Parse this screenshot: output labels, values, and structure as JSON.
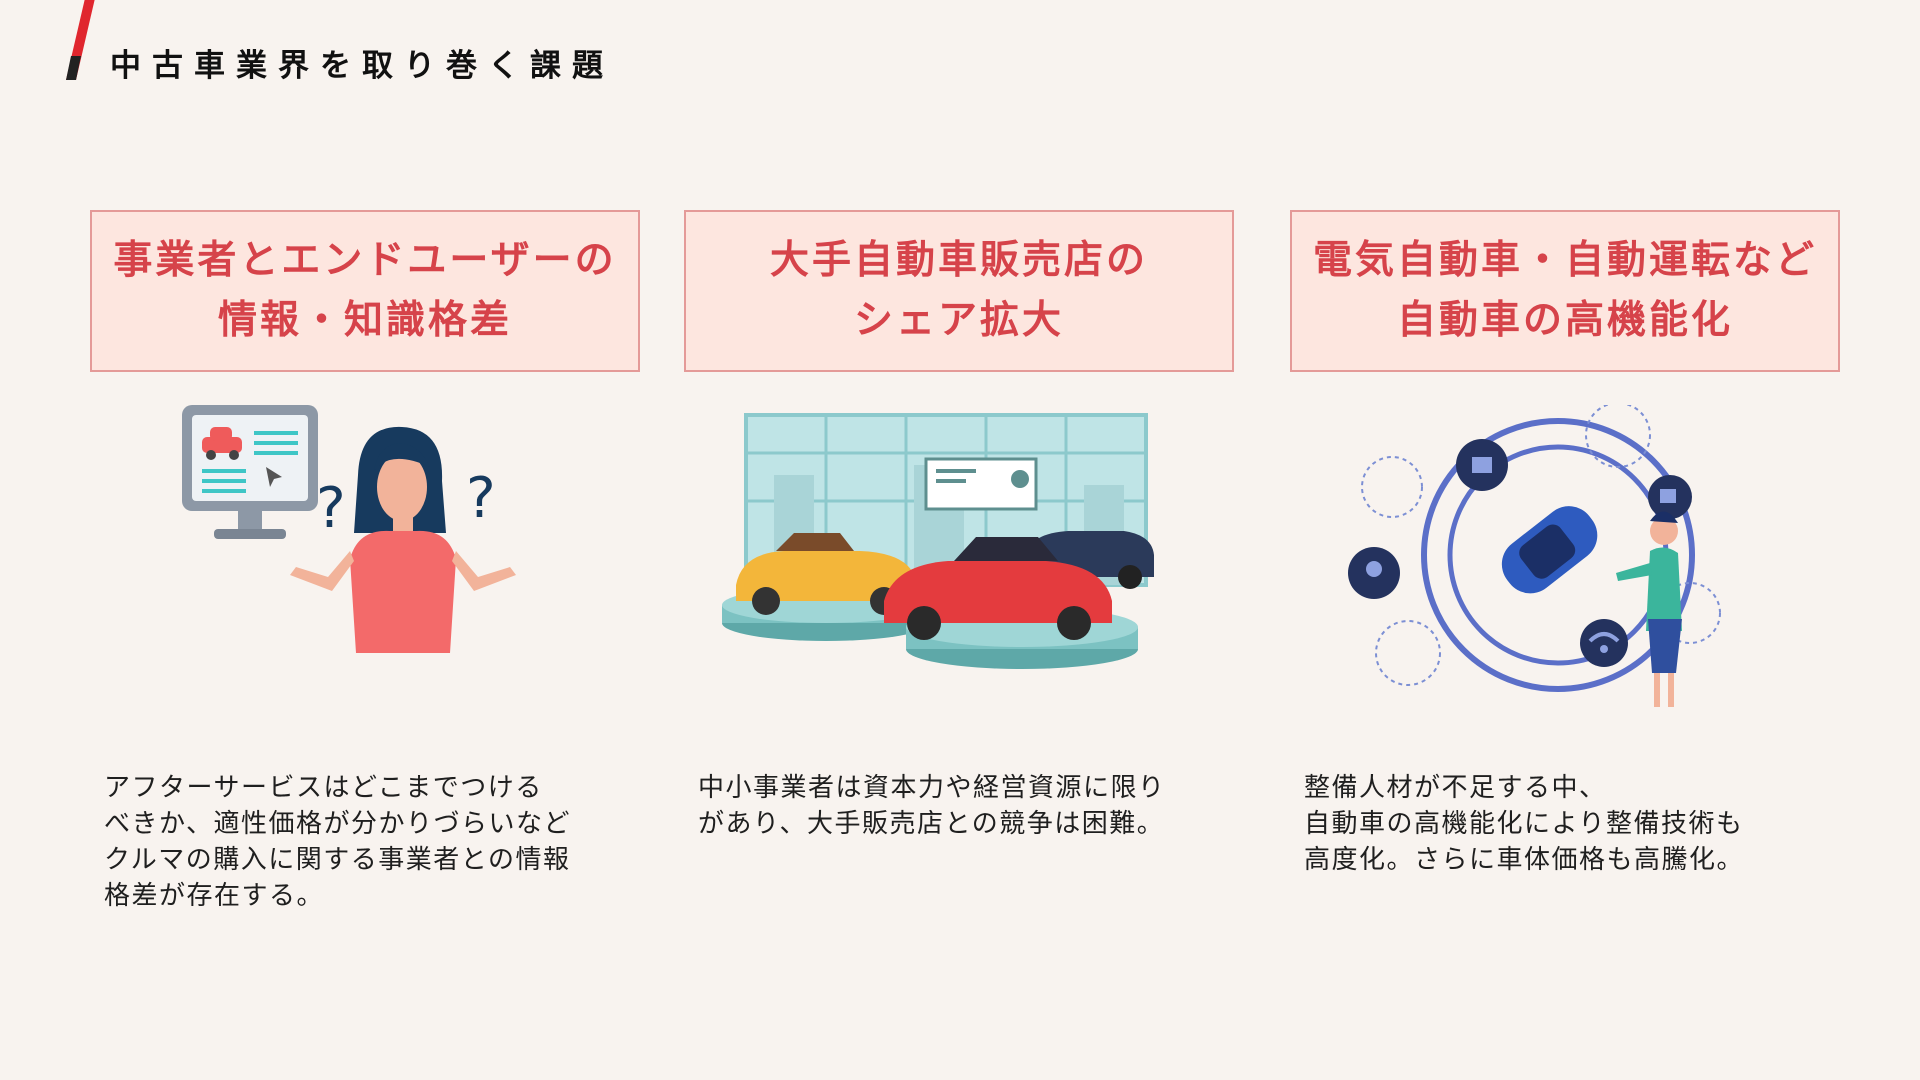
{
  "header": {
    "title": "中古車業界を取り巻く課題",
    "accent_color": "#d6434a"
  },
  "cards": [
    {
      "heading_lines": [
        "事業者とエンドユーザーの",
        "情報・知識格差"
      ],
      "description_lines": [
        "アフターサービスはどこまでつける",
        "べきか、適性価格が分かりづらいなど",
        "クルマの購入に関する事業者との情報",
        "格差が存在する。"
      ],
      "illustration": "confused-woman-with-computer"
    },
    {
      "heading_lines": [
        "大手自動車販売店の",
        "シェア拡大"
      ],
      "description_lines": [
        "中小事業者は資本力や経営資源に限り",
        "があり、大手販売店との競争は困難。"
      ],
      "illustration": "car-dealership-showroom"
    },
    {
      "heading_lines": [
        "電気自動車・自動運転など",
        "自動車の高機能化"
      ],
      "description_lines": [
        "整備人材が不足する中、",
        "自動車の高機能化により整備技術も",
        "高度化。さらに車体価格も高騰化。"
      ],
      "illustration": "connected-car-technology"
    }
  ],
  "colors": {
    "background": "#f8f3ef",
    "card_fill": "#fde6df",
    "card_border": "#e49a98",
    "heading_text": "#d6434a"
  }
}
